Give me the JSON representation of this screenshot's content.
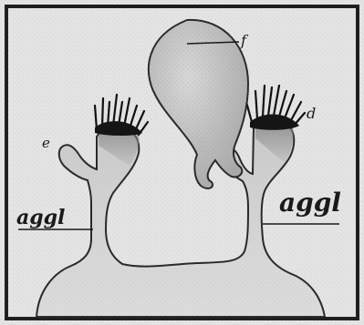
{
  "labels": {
    "f": "f",
    "d": "d",
    "e": "e",
    "aggl_left": "aggl",
    "aggl_right": "aggl"
  },
  "colors": {
    "paper": "#e4e4e4",
    "frame": "#1f1f1f",
    "tissue": "#cfcfcf",
    "tissue_light": "#e6e6e6",
    "outline": "#2a2a2a",
    "fringe": "#111111"
  }
}
